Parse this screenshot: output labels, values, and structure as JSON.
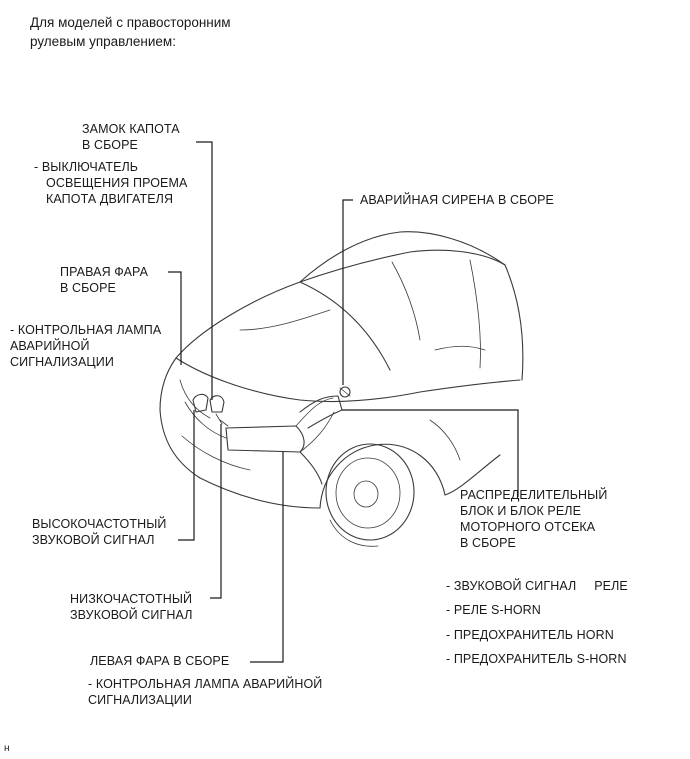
{
  "header": {
    "line1": "Для моделей с правосторонним",
    "line2": "рулевым управлением:"
  },
  "labels": {
    "hood_lock_line1": "ЗАМОК КАПОТА",
    "hood_lock_line2": "В СБОРЕ",
    "hood_switch_line1": "- ВЫКЛЮЧАТЕЛЬ",
    "hood_switch_line2": "ОСВЕЩЕНИЯ ПРОЕМА",
    "hood_switch_line3": "КАПОТА ДВИГАТЕЛЯ",
    "siren": "АВАРИЙНАЯ СИРЕНА В СБОРЕ",
    "rh_headlamp_line1": "ПРАВАЯ ФАРА",
    "rh_headlamp_line2": "В СБОРЕ",
    "rh_hazard_line1": "- КОНТРОЛЬНАЯ ЛАМПА",
    "rh_hazard_line2": "АВАРИЙНОЙ",
    "rh_hazard_line3": "СИГНАЛИЗАЦИИ",
    "relay_block_line1": "РАСПРЕДЕЛИТЕЛЬНЫЙ",
    "relay_block_line2": "БЛОК И БЛОК РЕЛЕ",
    "relay_block_line3": "МОТОРНОГО ОТСЕКА",
    "relay_block_line4": "В СБОРЕ",
    "high_horn_line1": "ВЫСОКОЧАСТОТНЫЙ",
    "high_horn_line2": "ЗВУКОВОЙ СИГНАЛ",
    "low_horn_line1": "НИЗКОЧАСТОТНЫЙ",
    "low_horn_line2": "ЗВУКОВОЙ СИГНАЛ",
    "relay_item1": "- ЗВУКОВОЙ СИГНАЛ     РЕЛЕ",
    "relay_item2": "- РЕЛЕ S-HORN",
    "relay_item3": "- ПРЕДОХРАНИТЕЛЬ HORN",
    "relay_item4": "- ПРЕДОХРАНИТЕЛЬ S-HORN",
    "lh_headlamp": "ЛЕВАЯ ФАРА В СБОРЕ",
    "lh_hazard_line1": "- КОНТРОЛЬНАЯ ЛАМПА АВАРИЙНОЙ",
    "lh_hazard_line2": "СИГНАЛИЗАЦИИ"
  },
  "footer_mark": "н"
}
